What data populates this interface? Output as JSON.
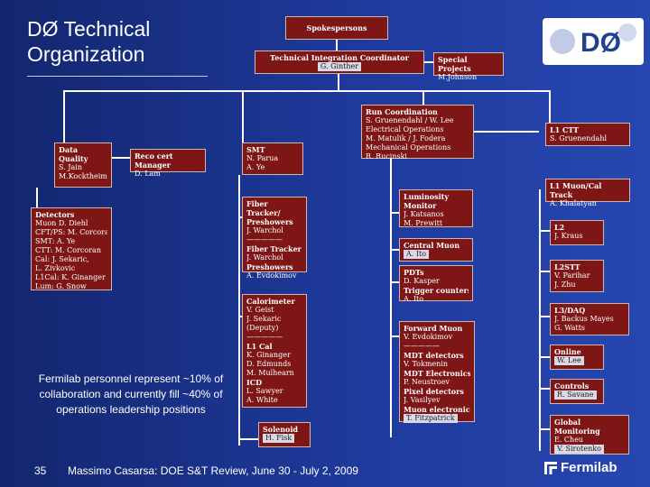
{
  "title": "DØ Technical Organization",
  "spokespersons": "Spokespersons",
  "tic": {
    "title": "Technical Integration Coordinator",
    "name": "G. Ginther"
  },
  "special": {
    "title": "Special Projects",
    "name": "M.Johnson"
  },
  "data_quality": {
    "title": "Data Quality",
    "lines": [
      "S. Jain",
      "M.Kocktheim"
    ]
  },
  "reco": {
    "title": "Reco cert Manager",
    "name": "D. Lam"
  },
  "smt": {
    "title": "SMT",
    "lines": [
      "N. Parua",
      "A. Ye"
    ]
  },
  "run_coord": {
    "title": "Run Coordination",
    "lines": [
      "S. Gruenendahl / W. Lee",
      "Electrical Operations",
      "M. Matulik / J. Fodera",
      "Mechanical Operations",
      "R. Rucinski"
    ]
  },
  "l1ctt": {
    "title": "L1 CTT",
    "name": "S. Gruenendahl"
  },
  "detectors": {
    "title": "Detectors",
    "lines": [
      "Muon D. Diehl",
      "CFT/PS: M. Corcoran",
      "SMT: A. Ye",
      "CTT: M. Corcoran",
      "Cal: J. Sekaric,",
      "L. Zivkovic",
      "L1Cal: K. Ginanger",
      "Lum: G. Snow"
    ]
  },
  "fiber": {
    "title": "Fiber Tracker/ Preshowers",
    "lines": [
      "J. Warchol",
      "—————",
      "Fiber Tracker",
      "J. Warchol",
      "Preshowers",
      "A. Evdokimov"
    ]
  },
  "luminosity": {
    "title": "Luminosity Monitor",
    "lines": [
      "J. Katsanos",
      "M. Prewitt"
    ]
  },
  "central_muon": {
    "title": "Central Muon",
    "name": "A. Ito"
  },
  "pdts": {
    "title": "PDTs",
    "lines": [
      "D. Kasper",
      "Trigger counters",
      "A. Ito"
    ]
  },
  "l1muon": {
    "title": "L1 Muon/Cal Track",
    "name": "A. Khalatyan"
  },
  "l2": {
    "title": "L2",
    "name": "J. Kraus"
  },
  "l2stt": {
    "title": "L2STT",
    "lines": [
      "V. Parihar",
      "J. Zhu"
    ]
  },
  "l3daq": {
    "title": "L3/DAQ",
    "lines": [
      "J. Backus Mayes",
      "G. Watts"
    ]
  },
  "online": {
    "title": "Online",
    "name": "W. Lee"
  },
  "controls": {
    "title": "Controls",
    "name": "R. Savane"
  },
  "global": {
    "title": "Global Monitoring",
    "lines": [
      "E. Cheu",
      "V. Sirotenko"
    ]
  },
  "calorimeter": {
    "title": "Calorimeter",
    "lines": [
      "V. Geist",
      "J. Sekaric",
      "(Deputy)",
      "—————",
      "L1 Cal",
      "K. Ginanger",
      "D. Edmunds",
      "M. Mulhearn",
      "ICD",
      "L. Sawyer",
      "A. White"
    ]
  },
  "forward_muon": {
    "title": "Forward Muon",
    "lines": [
      "V. Evdokimov",
      "—————",
      "MDT detectors",
      "V. Tokmenin",
      "MDT Electronics",
      "P. Neustroev",
      "Pixel detectors",
      "J. Vasilyev",
      "Muon electronics",
      "T. Fitzpatrick"
    ]
  },
  "solenoid": {
    "title": "Solenoid",
    "name": "H. Fisk"
  },
  "note": "Fermilab personnel represent ~10% of collaboration and currently fill ~40% of operations leadership positions",
  "footer": {
    "page": "35",
    "text": "Massimo Casarsa: DOE S&T Review, June 30 - July 2, 2009",
    "brand": "Fermilab"
  },
  "logo_text": "DØ",
  "colors": {
    "background": "#1e3a9c",
    "box": "#7e1616",
    "accent": "#ffffff"
  }
}
